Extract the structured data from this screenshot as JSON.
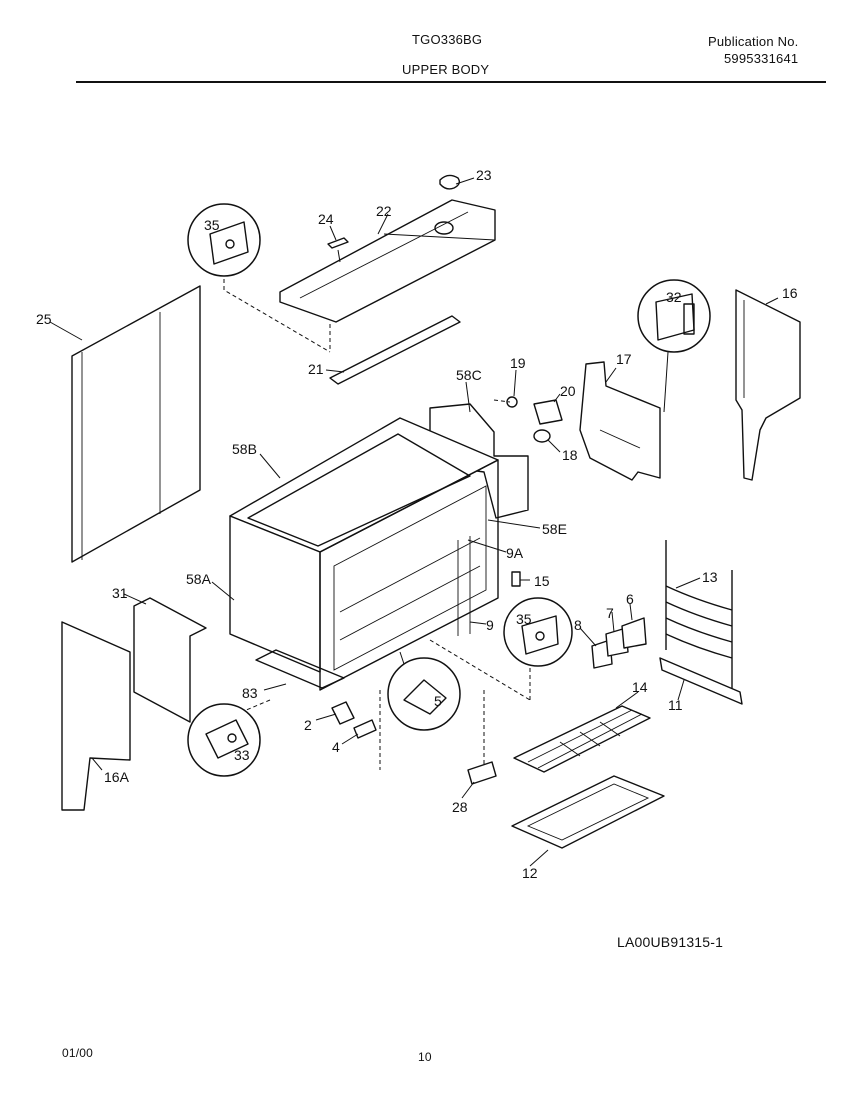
{
  "header": {
    "model": "TGO336BG",
    "section": "UPPER BODY",
    "publication_label": "Publication No.",
    "publication_number": "5995331641"
  },
  "callouts": [
    {
      "id": "c23",
      "label": "23"
    },
    {
      "id": "c24",
      "label": "24"
    },
    {
      "id": "c22",
      "label": "22"
    },
    {
      "id": "c35a",
      "label": "35"
    },
    {
      "id": "c25",
      "label": "25"
    },
    {
      "id": "c21",
      "label": "21"
    },
    {
      "id": "c32",
      "label": "32"
    },
    {
      "id": "c16",
      "label": "16"
    },
    {
      "id": "c17",
      "label": "17"
    },
    {
      "id": "c58C",
      "label": "58C"
    },
    {
      "id": "c19",
      "label": "19"
    },
    {
      "id": "c20",
      "label": "20"
    },
    {
      "id": "c18",
      "label": "18"
    },
    {
      "id": "c58B",
      "label": "58B"
    },
    {
      "id": "c58E",
      "label": "58E"
    },
    {
      "id": "c9A",
      "label": "9A"
    },
    {
      "id": "c15",
      "label": "15"
    },
    {
      "id": "c13",
      "label": "13"
    },
    {
      "id": "c58A",
      "label": "58A"
    },
    {
      "id": "c31",
      "label": "31"
    },
    {
      "id": "c35b",
      "label": "35"
    },
    {
      "id": "c9",
      "label": "9"
    },
    {
      "id": "c8",
      "label": "8"
    },
    {
      "id": "c7",
      "label": "7"
    },
    {
      "id": "c6",
      "label": "6"
    },
    {
      "id": "c83",
      "label": "83"
    },
    {
      "id": "c2",
      "label": "2"
    },
    {
      "id": "c5",
      "label": "5"
    },
    {
      "id": "c14",
      "label": "14"
    },
    {
      "id": "c11",
      "label": "11"
    },
    {
      "id": "c4",
      "label": "4"
    },
    {
      "id": "c33",
      "label": "33"
    },
    {
      "id": "c16A",
      "label": "16A"
    },
    {
      "id": "c28",
      "label": "28"
    },
    {
      "id": "c12",
      "label": "12"
    }
  ],
  "footer": {
    "drawing_code": "LA00UB91315-1",
    "date_code": "01/00",
    "page_number": "10"
  }
}
